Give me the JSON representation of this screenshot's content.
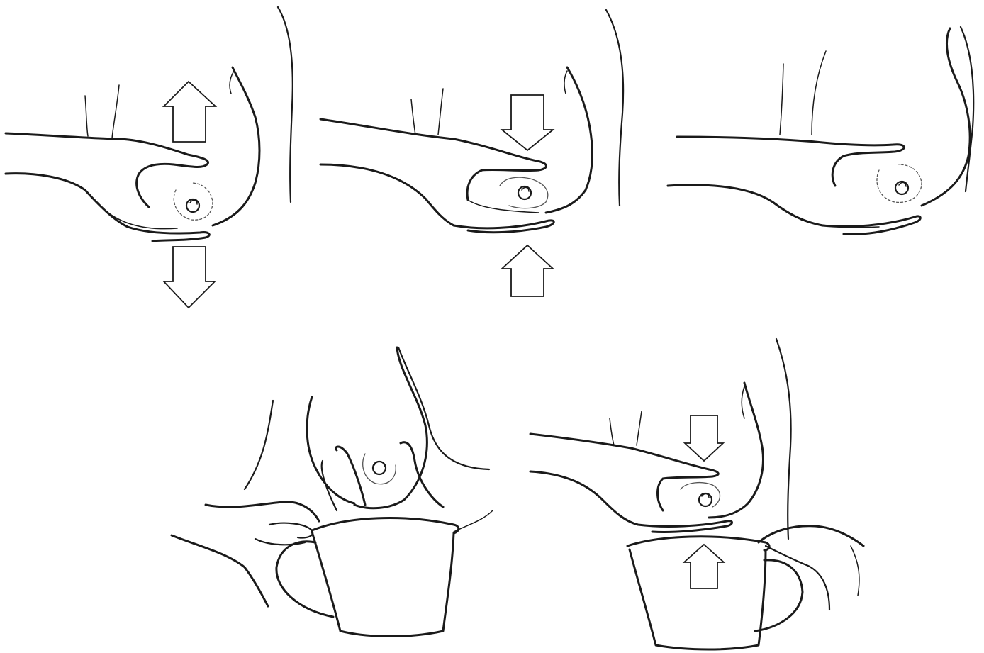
{
  "figure": {
    "panels": [
      {
        "id": "step-1",
        "description_arrows": [
          "up",
          "down"
        ]
      },
      {
        "id": "step-2",
        "description_arrows": [
          "down",
          "up"
        ]
      },
      {
        "id": "step-3",
        "description_arrows": []
      },
      {
        "id": "step-4",
        "description_arrows": []
      },
      {
        "id": "step-5",
        "description_arrows": [
          "down",
          "up"
        ]
      }
    ],
    "colors": {
      "ink": "#1a1a1a",
      "background": "#ffffff",
      "arrow_fill": "#ffffff"
    }
  }
}
